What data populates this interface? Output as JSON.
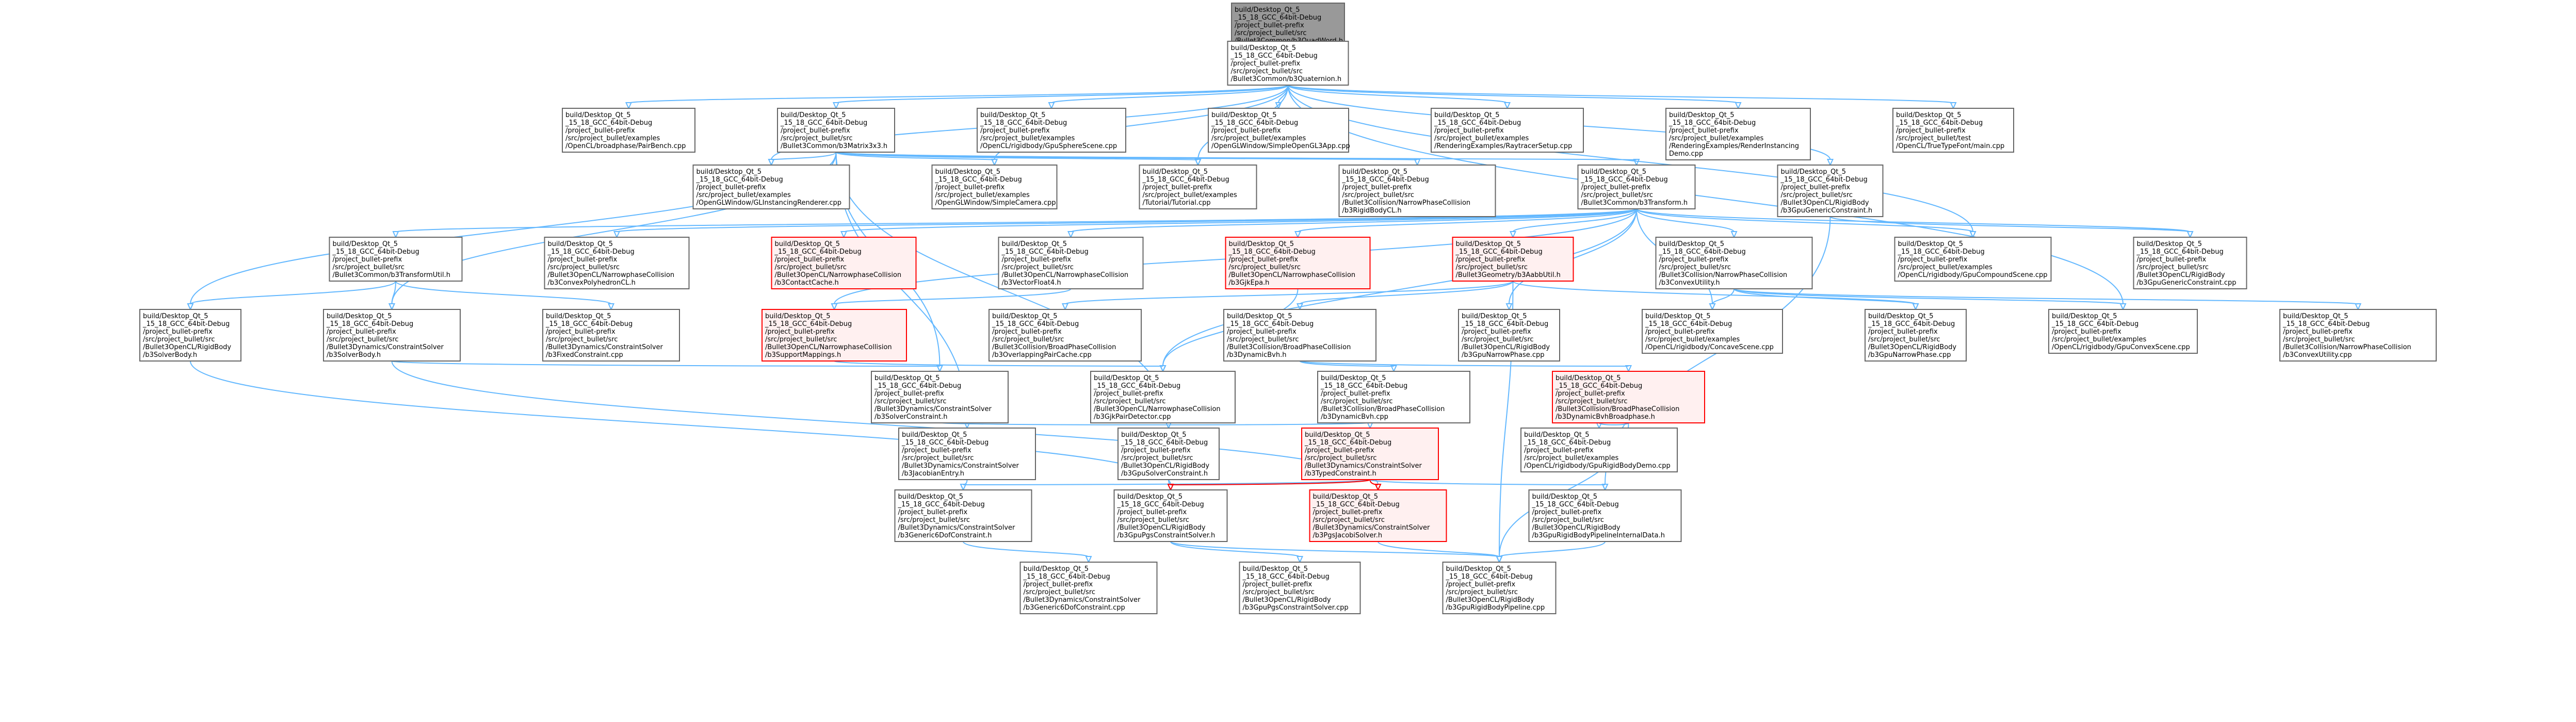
{
  "colors": {
    "default_fill": "#ffffff",
    "default_border": "#666666",
    "header_fill": "#999999",
    "header_border": "#666666",
    "highlight_fill": "#fff0f0",
    "highlight_border": "#ff0000",
    "edge": "#63b8ff",
    "edge_red": "#ff0000"
  },
  "graph": {
    "nodes": [
      {
        "id": "n0",
        "lines": [
          "build/Desktop_Qt_5",
          "_15_18_GCC_64bit-Debug",
          "/project_bullet-prefix",
          "/src/project_bullet/src",
          "/Bullet3Common/b3QuadWord.h"
        ],
        "style": "header"
      },
      {
        "id": "n1",
        "lines": [
          "build/Desktop_Qt_5",
          "_15_18_GCC_64bit-Debug",
          "/project_bullet-prefix",
          "/src/project_bullet/src",
          "/Bullet3Common/b3Quaternion.h"
        ],
        "style": "default"
      },
      {
        "id": "n2",
        "lines": [
          "build/Desktop_Qt_5",
          "_15_18_GCC_64bit-Debug",
          "/project_bullet-prefix",
          "/src/project_bullet/examples",
          "/OpenCL/broadphase/PairBench.cpp"
        ],
        "style": "default"
      },
      {
        "id": "n3",
        "lines": [
          "build/Desktop_Qt_5",
          "_15_18_GCC_64bit-Debug",
          "/project_bullet-prefix",
          "/src/project_bullet/src",
          "/Bullet3Common/b3Matrix3x3.h"
        ],
        "style": "default"
      },
      {
        "id": "n4",
        "lines": [
          "build/Desktop_Qt_5",
          "_15_18_GCC_64bit-Debug",
          "/project_bullet-prefix",
          "/src/project_bullet/examples",
          "/OpenCL/rigidbody/GpuSphereScene.cpp"
        ],
        "style": "default"
      },
      {
        "id": "n5",
        "lines": [
          "build/Desktop_Qt_5",
          "_15_18_GCC_64bit-Debug",
          "/project_bullet-prefix",
          "/src/project_bullet/examples",
          "/OpenGLWindow/SimpleOpenGL3App.cpp"
        ],
        "style": "default"
      },
      {
        "id": "n6",
        "lines": [
          "build/Desktop_Qt_5",
          "_15_18_GCC_64bit-Debug",
          "/project_bullet-prefix",
          "/src/project_bullet/examples",
          "/RenderingExamples/RaytracerSetup.cpp"
        ],
        "style": "default"
      },
      {
        "id": "n7",
        "lines": [
          "build/Desktop_Qt_5",
          "_15_18_GCC_64bit-Debug",
          "/project_bullet-prefix",
          "/src/project_bullet/examples",
          "/RenderingExamples/RenderInstancing",
          "Demo.cpp"
        ],
        "style": "default"
      },
      {
        "id": "n8",
        "lines": [
          "build/Desktop_Qt_5",
          "_15_18_GCC_64bit-Debug",
          "/project_bullet-prefix",
          "/src/project_bullet/test",
          "/OpenCL/TrueTypeFont/main.cpp"
        ],
        "style": "default"
      },
      {
        "id": "n9",
        "lines": [
          "build/Desktop_Qt_5",
          "_15_18_GCC_64bit-Debug",
          "/project_bullet-prefix",
          "/src/project_bullet/examples",
          "/OpenGLWindow/GLInstancingRenderer.cpp"
        ],
        "style": "default"
      },
      {
        "id": "n10",
        "lines": [
          "build/Desktop_Qt_5",
          "_15_18_GCC_64bit-Debug",
          "/project_bullet-prefix",
          "/src/project_bullet/examples",
          "/OpenGLWindow/SimpleCamera.cpp"
        ],
        "style": "default"
      },
      {
        "id": "n11",
        "lines": [
          "build/Desktop_Qt_5",
          "_15_18_GCC_64bit-Debug",
          "/project_bullet-prefix",
          "/src/project_bullet/examples",
          "/Tutorial/Tutorial.cpp"
        ],
        "style": "default"
      },
      {
        "id": "n12",
        "lines": [
          "build/Desktop_Qt_5",
          "_15_18_GCC_64bit-Debug",
          "/project_bullet-prefix",
          "/src/project_bullet/src",
          "/Bullet3Collision/NarrowPhaseCollision",
          "/b3RigidBodyCL.h"
        ],
        "style": "default"
      },
      {
        "id": "n13",
        "lines": [
          "build/Desktop_Qt_5",
          "_15_18_GCC_64bit-Debug",
          "/project_bullet-prefix",
          "/src/project_bullet/src",
          "/Bullet3Common/b3Transform.h"
        ],
        "style": "default"
      },
      {
        "id": "n14",
        "lines": [
          "build/Desktop_Qt_5",
          "_15_18_GCC_64bit-Debug",
          "/project_bullet-prefix",
          "/src/project_bullet/src",
          "/Bullet3OpenCL/RigidBody",
          "/b3GpuGenericConstraint.h"
        ],
        "style": "default"
      },
      {
        "id": "n15",
        "lines": [
          "build/Desktop_Qt_5",
          "_15_18_GCC_64bit-Debug",
          "/project_bullet-prefix",
          "/src/project_bullet/src",
          "/Bullet3Common/b3TransformUtil.h"
        ],
        "style": "default"
      },
      {
        "id": "n16",
        "lines": [
          "build/Desktop_Qt_5",
          "_15_18_GCC_64bit-Debug",
          "/project_bullet-prefix",
          "/src/project_bullet/src",
          "/Bullet3OpenCL/NarrowphaseCollision",
          "/b3ConvexPolyhedronCL.h"
        ],
        "style": "default"
      },
      {
        "id": "n17",
        "lines": [
          "build/Desktop_Qt_5",
          "_15_18_GCC_64bit-Debug",
          "/project_bullet-prefix",
          "/src/project_bullet/src",
          "/Bullet3OpenCL/NarrowphaseCollision",
          "/b3ContactCache.h"
        ],
        "style": "highlight"
      },
      {
        "id": "n18",
        "lines": [
          "build/Desktop_Qt_5",
          "_15_18_GCC_64bit-Debug",
          "/project_bullet-prefix",
          "/src/project_bullet/src",
          "/Bullet3OpenCL/NarrowphaseCollision",
          "/b3VectorFloat4.h"
        ],
        "style": "default"
      },
      {
        "id": "n19",
        "lines": [
          "build/Desktop_Qt_5",
          "_15_18_GCC_64bit-Debug",
          "/project_bullet-prefix",
          "/src/project_bullet/src",
          "/Bullet3OpenCL/NarrowphaseCollision",
          "/b3GjkEpa.h"
        ],
        "style": "highlight"
      },
      {
        "id": "n20",
        "lines": [
          "build/Desktop_Qt_5",
          "_15_18_GCC_64bit-Debug",
          "/project_bullet-prefix",
          "/src/project_bullet/src",
          "/Bullet3Geometry/b3AabbUtil.h"
        ],
        "style": "highlight"
      },
      {
        "id": "n21",
        "lines": [
          "build/Desktop_Qt_5",
          "_15_18_GCC_64bit-Debug",
          "/project_bullet-prefix",
          "/src/project_bullet/src",
          "/Bullet3Collision/NarrowPhaseCollision",
          "/b3ConvexUtility.h"
        ],
        "style": "default"
      },
      {
        "id": "n22",
        "lines": [
          "build/Desktop_Qt_5",
          "_15_18_GCC_64bit-Debug",
          "/project_bullet-prefix",
          "/src/project_bullet/examples",
          "/OpenCL/rigidbody/GpuCompoundScene.cpp"
        ],
        "style": "default"
      },
      {
        "id": "n23",
        "lines": [
          "build/Desktop_Qt_5",
          "_15_18_GCC_64bit-Debug",
          "/project_bullet-prefix",
          "/src/project_bullet/src",
          "/Bullet3OpenCL/RigidBody",
          "/b3GpuGenericConstraint.cpp"
        ],
        "style": "default"
      },
      {
        "id": "n24",
        "lines": [
          "build/Desktop_Qt_5",
          "_15_18_GCC_64bit-Debug",
          "/project_bullet-prefix",
          "/src/project_bullet/src",
          "/Bullet3OpenCL/RigidBody",
          "/b3SolverBody.h"
        ],
        "style": "default"
      },
      {
        "id": "n25",
        "lines": [
          "build/Desktop_Qt_5",
          "_15_18_GCC_64bit-Debug",
          "/project_bullet-prefix",
          "/src/project_bullet/src",
          "/Bullet3Dynamics/ConstraintSolver",
          "/b3SolverBody.h"
        ],
        "style": "default"
      },
      {
        "id": "n26",
        "lines": [
          "build/Desktop_Qt_5",
          "_15_18_GCC_64bit-Debug",
          "/project_bullet-prefix",
          "/src/project_bullet/src",
          "/Bullet3Dynamics/ConstraintSolver",
          "/b3FixedConstraint.cpp"
        ],
        "style": "default"
      },
      {
        "id": "n27",
        "lines": [
          "build/Desktop_Qt_5",
          "_15_18_GCC_64bit-Debug",
          "/project_bullet-prefix",
          "/src/project_bullet/src",
          "/Bullet3OpenCL/NarrowphaseCollision",
          "/b3SupportMappings.h"
        ],
        "style": "highlight"
      },
      {
        "id": "n28",
        "lines": [
          "build/Desktop_Qt_5",
          "_15_18_GCC_64bit-Debug",
          "/project_bullet-prefix",
          "/src/project_bullet/src",
          "/Bullet3Collision/BroadPhaseCollision",
          "/b3OverlappingPairCache.cpp"
        ],
        "style": "default"
      },
      {
        "id": "n29",
        "lines": [
          "build/Desktop_Qt_5",
          "_15_18_GCC_64bit-Debug",
          "/project_bullet-prefix",
          "/src/project_bullet/src",
          "/Bullet3Collision/BroadPhaseCollision",
          "/b3DynamicBvh.h"
        ],
        "style": "default"
      },
      {
        "id": "n30",
        "lines": [
          "build/Desktop_Qt_5",
          "_15_18_GCC_64bit-Debug",
          "/project_bullet-prefix",
          "/src/project_bullet/src",
          "/Bullet3OpenCL/RigidBody",
          "/b3GpuNarrowPhase.cpp"
        ],
        "style": "default"
      },
      {
        "id": "n31",
        "lines": [
          "build/Desktop_Qt_5",
          "_15_18_GCC_64bit-Debug",
          "/project_bullet-prefix",
          "/src/project_bullet/examples",
          "/OpenCL/rigidbody/ConcaveScene.cpp"
        ],
        "style": "default"
      },
      {
        "id": "n32",
        "lines": [
          "build/Desktop_Qt_5",
          "_15_18_GCC_64bit-Debug",
          "/project_bullet-prefix",
          "/src/project_bullet/src",
          "/Bullet3OpenCL/RigidBody",
          "/b3GpuNarrowPhase.cpp"
        ],
        "style": "default"
      },
      {
        "id": "n33",
        "lines": [
          "build/Desktop_Qt_5",
          "_15_18_GCC_64bit-Debug",
          "/project_bullet-prefix",
          "/src/project_bullet/examples",
          "/OpenCL/rigidbody/GpuConvexScene.cpp"
        ],
        "style": "default"
      },
      {
        "id": "n34",
        "lines": [
          "build/Desktop_Qt_5",
          "_15_18_GCC_64bit-Debug",
          "/project_bullet-prefix",
          "/src/project_bullet/src",
          "/Bullet3Collision/NarrowPhaseCollision",
          "/b3ConvexUtility.cpp"
        ],
        "style": "default"
      },
      {
        "id": "n35",
        "lines": [
          "build/Desktop_Qt_5",
          "_15_18_GCC_64bit-Debug",
          "/project_bullet-prefix",
          "/src/project_bullet/src",
          "/Bullet3Dynamics/ConstraintSolver",
          "/b3SolverConstraint.h"
        ],
        "style": "default"
      },
      {
        "id": "n36",
        "lines": [
          "build/Desktop_Qt_5",
          "_15_18_GCC_64bit-Debug",
          "/project_bullet-prefix",
          "/src/project_bullet/src",
          "/Bullet3OpenCL/NarrowphaseCollision",
          "/b3GjkPairDetector.cpp"
        ],
        "style": "default"
      },
      {
        "id": "n37",
        "lines": [
          "build/Desktop_Qt_5",
          "_15_18_GCC_64bit-Debug",
          "/project_bullet-prefix",
          "/src/project_bullet/src",
          "/Bullet3Collision/BroadPhaseCollision",
          "/b3DynamicBvh.cpp"
        ],
        "style": "default"
      },
      {
        "id": "n38",
        "lines": [
          "build/Desktop_Qt_5",
          "_15_18_GCC_64bit-Debug",
          "/project_bullet-prefix",
          "/src/project_bullet/src",
          "/Bullet3Collision/BroadPhaseCollision",
          "/b3DynamicBvhBroadphase.h"
        ],
        "style": "highlight"
      },
      {
        "id": "n39",
        "lines": [
          "build/Desktop_Qt_5",
          "_15_18_GCC_64bit-Debug",
          "/project_bullet-prefix",
          "/src/project_bullet/src",
          "/Bullet3Dynamics/ConstraintSolver",
          "/b3JacobianEntry.h"
        ],
        "style": "default"
      },
      {
        "id": "n40",
        "lines": [
          "build/Desktop_Qt_5",
          "_15_18_GCC_64bit-Debug",
          "/project_bullet-prefix",
          "/src/project_bullet/src",
          "/Bullet3OpenCL/RigidBody",
          "/b3GpuSolverConstraint.h"
        ],
        "style": "default"
      },
      {
        "id": "n41",
        "lines": [
          "build/Desktop_Qt_5",
          "_15_18_GCC_64bit-Debug",
          "/project_bullet-prefix",
          "/src/project_bullet/src",
          "/Bullet3Dynamics/ConstraintSolver",
          "/b3TypedConstraint.h"
        ],
        "style": "highlight"
      },
      {
        "id": "n42",
        "lines": [
          "build/Desktop_Qt_5",
          "_15_18_GCC_64bit-Debug",
          "/project_bullet-prefix",
          "/src/project_bullet/examples",
          "/OpenCL/rigidbody/GpuRigidBodyDemo.cpp"
        ],
        "style": "default"
      },
      {
        "id": "n43",
        "lines": [
          "build/Desktop_Qt_5",
          "_15_18_GCC_64bit-Debug",
          "/project_bullet-prefix",
          "/src/project_bullet/src",
          "/Bullet3Dynamics/ConstraintSolver",
          "/b3Generic6DofConstraint.h"
        ],
        "style": "default"
      },
      {
        "id": "n44",
        "lines": [
          "build/Desktop_Qt_5",
          "_15_18_GCC_64bit-Debug",
          "/project_bullet-prefix",
          "/src/project_bullet/src",
          "/Bullet3OpenCL/RigidBody",
          "/b3GpuPgsConstraintSolver.h"
        ],
        "style": "default"
      },
      {
        "id": "n45",
        "lines": [
          "build/Desktop_Qt_5",
          "_15_18_GCC_64bit-Debug",
          "/project_bullet-prefix",
          "/src/project_bullet/src",
          "/Bullet3Dynamics/ConstraintSolver",
          "/b3PgsJacobiSolver.h"
        ],
        "style": "highlight"
      },
      {
        "id": "n46",
        "lines": [
          "build/Desktop_Qt_5",
          "_15_18_GCC_64bit-Debug",
          "/project_bullet-prefix",
          "/src/project_bullet/src",
          "/Bullet3OpenCL/RigidBody",
          "/b3GpuRigidBodyPipelineInternalData.h"
        ],
        "style": "default"
      },
      {
        "id": "n47",
        "lines": [
          "build/Desktop_Qt_5",
          "_15_18_GCC_64bit-Debug",
          "/project_bullet-prefix",
          "/src/project_bullet/src",
          "/Bullet3Dynamics/ConstraintSolver",
          "/b3Generic6DofConstraint.cpp"
        ],
        "style": "default"
      },
      {
        "id": "n48",
        "lines": [
          "build/Desktop_Qt_5",
          "_15_18_GCC_64bit-Debug",
          "/project_bullet-prefix",
          "/src/project_bullet/src",
          "/Bullet3OpenCL/RigidBody",
          "/b3GpuPgsConstraintSolver.cpp"
        ],
        "style": "default"
      },
      {
        "id": "n49",
        "lines": [
          "build/Desktop_Qt_5",
          "_15_18_GCC_64bit-Debug",
          "/project_bullet-prefix",
          "/src/project_bullet/src",
          "/Bullet3OpenCL/RigidBody",
          "/b3GpuRigidBodyPipeline.cpp"
        ],
        "style": "default"
      }
    ],
    "rows": [
      [
        "n0"
      ],
      [
        "n1"
      ],
      [
        "n2",
        "n3",
        "n4",
        "n5",
        "n6",
        "n7",
        "n8"
      ],
      [
        "n9",
        "n10",
        "n11",
        "n12",
        "n13",
        "n14"
      ],
      [
        "n15",
        "n16",
        "n17",
        "n18",
        "n19",
        "n20",
        "n21",
        "n22",
        "n23"
      ],
      [
        "n24",
        "n25",
        "n26",
        "n27",
        "n28",
        "n29",
        "n30",
        "n31",
        "n32",
        "n33",
        "n34"
      ],
      [
        "n35",
        "n36",
        "n37",
        "n38"
      ],
      [
        "n39",
        "n40",
        "n41",
        "n42"
      ],
      [
        "n43",
        "n44",
        "n45",
        "n46"
      ],
      [
        "n47",
        "n48",
        "n49"
      ]
    ],
    "edges": [
      [
        "n0",
        "n1"
      ],
      [
        "n1",
        "n2"
      ],
      [
        "n1",
        "n3"
      ],
      [
        "n1",
        "n4"
      ],
      [
        "n1",
        "n5"
      ],
      [
        "n1",
        "n6"
      ],
      [
        "n1",
        "n7"
      ],
      [
        "n1",
        "n8"
      ],
      [
        "n1",
        "n9"
      ],
      [
        "n1",
        "n10"
      ],
      [
        "n1",
        "n11"
      ],
      [
        "n1",
        "n14"
      ],
      [
        "n1",
        "n22"
      ],
      [
        "n1",
        "n33"
      ],
      [
        "n3",
        "n9"
      ],
      [
        "n3",
        "n10"
      ],
      [
        "n3",
        "n11"
      ],
      [
        "n3",
        "n12"
      ],
      [
        "n3",
        "n13"
      ],
      [
        "n3",
        "n24"
      ],
      [
        "n3",
        "n25"
      ],
      [
        "n3",
        "n35"
      ],
      [
        "n3",
        "n39"
      ],
      [
        "n3",
        "n40"
      ],
      [
        "n13",
        "n15"
      ],
      [
        "n13",
        "n16"
      ],
      [
        "n13",
        "n17"
      ],
      [
        "n13",
        "n18"
      ],
      [
        "n13",
        "n19"
      ],
      [
        "n13",
        "n20"
      ],
      [
        "n13",
        "n21"
      ],
      [
        "n13",
        "n22"
      ],
      [
        "n13",
        "n23"
      ],
      [
        "n13",
        "n27"
      ],
      [
        "n13",
        "n30"
      ],
      [
        "n13",
        "n31"
      ],
      [
        "n13",
        "n36"
      ],
      [
        "n14",
        "n23"
      ],
      [
        "n14",
        "n46"
      ],
      [
        "n15",
        "n24"
      ],
      [
        "n15",
        "n25"
      ],
      [
        "n15",
        "n26"
      ],
      [
        "n18",
        "n27"
      ],
      [
        "n19",
        "n36"
      ],
      [
        "n20",
        "n28"
      ],
      [
        "n20",
        "n29"
      ],
      [
        "n20",
        "n32"
      ],
      [
        "n20",
        "n49"
      ],
      [
        "n21",
        "n31"
      ],
      [
        "n21",
        "n32"
      ],
      [
        "n21",
        "n33"
      ],
      [
        "n21",
        "n34"
      ],
      [
        "n24",
        "n44"
      ],
      [
        "n25",
        "n35"
      ],
      [
        "n25",
        "n45"
      ],
      [
        "n27",
        "n36"
      ],
      [
        "n29",
        "n37"
      ],
      [
        "n29",
        "n38"
      ],
      [
        "n35",
        "n41"
      ],
      [
        "n38",
        "n42"
      ],
      [
        "n38",
        "n49"
      ],
      [
        "n39",
        "n43"
      ],
      [
        "n40",
        "n44"
      ],
      [
        "n41",
        "n43"
      ],
      [
        "n41",
        "n44",
        "red"
      ],
      [
        "n41",
        "n45",
        "red"
      ],
      [
        "n41",
        "n46"
      ],
      [
        "n43",
        "n47"
      ],
      [
        "n44",
        "n48"
      ],
      [
        "n44",
        "n49"
      ],
      [
        "n45",
        "n49"
      ],
      [
        "n46",
        "n49"
      ]
    ]
  }
}
